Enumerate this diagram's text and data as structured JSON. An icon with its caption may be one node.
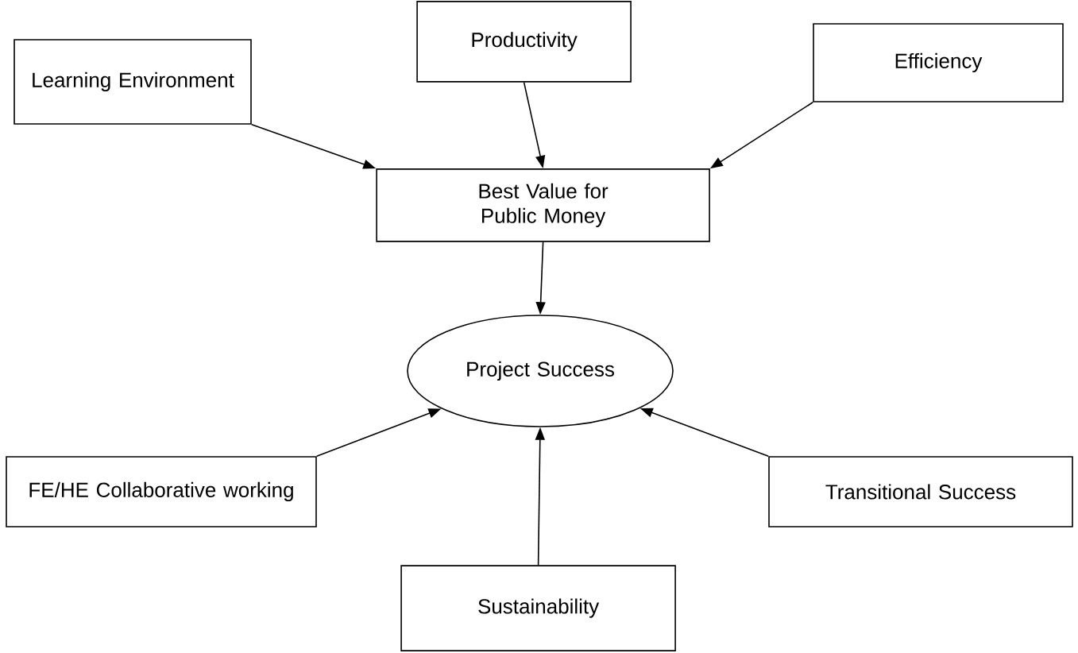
{
  "diagram": {
    "nodes": [
      {
        "text": [
          "Learning Environment"
        ]
      },
      {
        "text": [
          "Productivity"
        ]
      },
      {
        "text": [
          "Efficiency"
        ]
      },
      {
        "text": [
          "Best Value for Public Money"
        ]
      },
      {
        "text": [
          "Project Success"
        ]
      },
      {
        "text": [
          "FE/HE Collaborative working"
        ]
      },
      {
        "text": [
          "Sustainability"
        ]
      },
      {
        "text": [
          "Transitional Success"
        ]
      }
    ],
    "edges": [
      {
        "from": 0,
        "to": 3,
        "arrow": "to"
      },
      {
        "from": 1,
        "to": 3,
        "arrow": "to"
      },
      {
        "from": 2,
        "to": 3,
        "arrow": "to"
      },
      {
        "from": 3,
        "to": 4,
        "arrow": "to"
      },
      {
        "from": 5,
        "to": 4,
        "arrow": "to"
      },
      {
        "from": 6,
        "to": 4,
        "arrow": "to"
      },
      {
        "from": 7,
        "to": 4,
        "arrow": "to"
      }
    ]
  }
}
